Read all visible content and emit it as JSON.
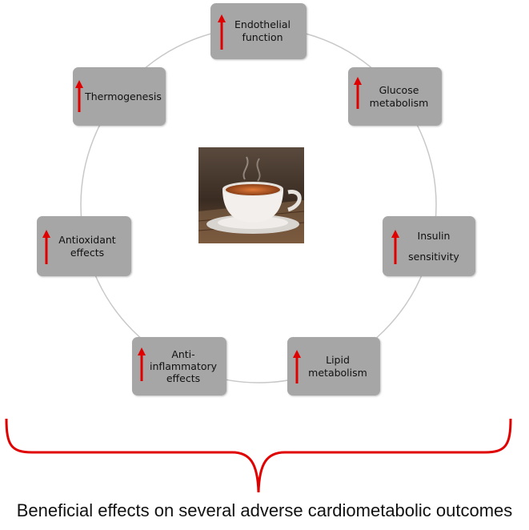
{
  "diagram": {
    "center_image": "coffee-cup-image",
    "increase_arrow_color": "#e00000",
    "box_color": "#a6a6a6",
    "ring_color": "#c8c8c8",
    "brace_color": "#e00000",
    "effects": [
      {
        "label": "Endothelial\nfunction",
        "indicator": "up-arrow"
      },
      {
        "label": "Glucose\nmetabolism",
        "indicator": "up-arrow"
      },
      {
        "label": "Insulin\n\nsensitivity",
        "indicator": "up-arrow"
      },
      {
        "label": "Lipid\nmetabolism",
        "indicator": "up-arrow"
      },
      {
        "label": "Anti-\ninflammatory\neffects",
        "indicator": "up-arrow"
      },
      {
        "label": "Antioxidant\neffects",
        "indicator": "up-arrow"
      },
      {
        "label": "Thermogenesis",
        "indicator": "up-arrow"
      }
    ],
    "caption": "Beneficial effects on several adverse cardiometabolic outcomes"
  }
}
